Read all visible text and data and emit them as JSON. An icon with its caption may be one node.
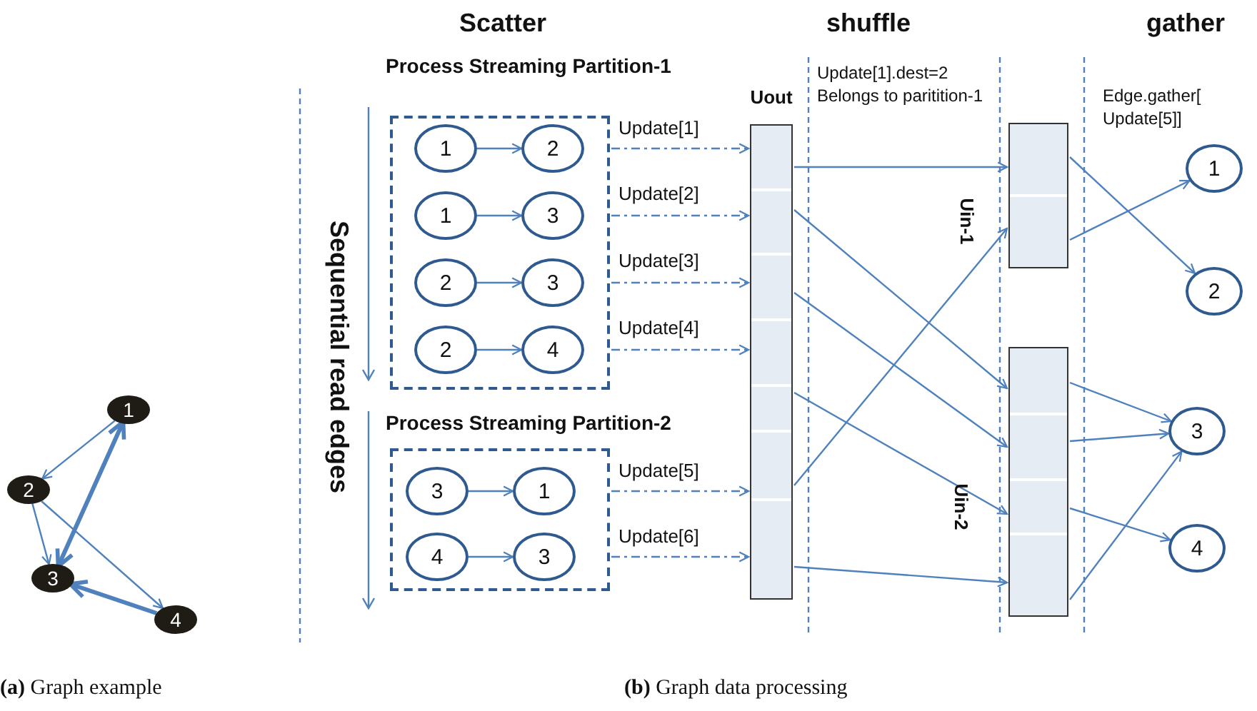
{
  "diagram": {
    "nodes": [
      {
        "text": [
          "1"
        ]
      },
      {
        "text": [
          "2"
        ]
      },
      {
        "text": [
          "3"
        ]
      },
      {
        "text": [
          "4"
        ]
      },
      {
        "text": [
          "Process Streaming Partition-1"
        ]
      },
      {
        "text": [
          "1"
        ],
        "in": 4
      },
      {
        "text": [
          "2"
        ],
        "in": 4
      },
      {
        "text": [
          "1"
        ],
        "in": 4
      },
      {
        "text": [
          "3"
        ],
        "in": 4
      },
      {
        "text": [
          "2"
        ],
        "in": 4
      },
      {
        "text": [
          "3"
        ],
        "in": 4
      },
      {
        "text": [
          "2"
        ],
        "in": 4
      },
      {
        "text": [
          "4"
        ],
        "in": 4
      },
      {
        "text": [
          "Process Streaming Partition-2"
        ]
      },
      {
        "text": [
          "3"
        ],
        "in": 13
      },
      {
        "text": [
          "1"
        ],
        "in": 13
      },
      {
        "text": [
          "4"
        ],
        "in": 13
      },
      {
        "text": [
          "3"
        ],
        "in": 13
      },
      {
        "text": [
          "Uout"
        ]
      },
      {
        "text": [
          "Uin-1"
        ]
      },
      {
        "text": [
          "Uin-2"
        ]
      },
      {
        "text": [
          "1"
        ]
      },
      {
        "text": [
          "2"
        ]
      },
      {
        "text": [
          "3"
        ]
      },
      {
        "text": [
          "4"
        ]
      }
    ],
    "edges": [
      {
        "from": 0,
        "to": 1,
        "arrow": "to"
      },
      {
        "from": 1,
        "to": 2,
        "arrow": "to"
      },
      {
        "from": 1,
        "to": 3,
        "arrow": "to"
      },
      {
        "from": 0,
        "to": 2,
        "arrow": "both",
        "style": "thick"
      },
      {
        "from": 3,
        "to": 2,
        "arrow": "to",
        "style": "thick"
      },
      {
        "from": 5,
        "to": 6,
        "arrow": "to"
      },
      {
        "from": 7,
        "to": 8,
        "arrow": "to"
      },
      {
        "from": 9,
        "to": 10,
        "arrow": "to"
      },
      {
        "from": 11,
        "to": 12,
        "arrow": "to"
      },
      {
        "from": 14,
        "to": 15,
        "arrow": "to"
      },
      {
        "from": 16,
        "to": 17,
        "arrow": "to"
      },
      {
        "from": 4,
        "to": 18,
        "arrow": "to",
        "label": "Update[1]",
        "style": "dashed"
      },
      {
        "from": 4,
        "to": 18,
        "arrow": "to",
        "label": "Update[2]",
        "style": "dashed"
      },
      {
        "from": 4,
        "to": 18,
        "arrow": "to",
        "label": "Update[3]",
        "style": "dashed"
      },
      {
        "from": 4,
        "to": 18,
        "arrow": "to",
        "label": "Update[4]",
        "style": "dashed"
      },
      {
        "from": 13,
        "to": 18,
        "arrow": "to",
        "label": "Update[5]",
        "style": "dashed"
      },
      {
        "from": 13,
        "to": 18,
        "arrow": "to",
        "label": "Update[6]",
        "style": "dashed"
      },
      {
        "from": 18,
        "to": 19,
        "arrow": "to"
      },
      {
        "from": 18,
        "to": 20,
        "arrow": "to"
      },
      {
        "from": 18,
        "to": 20,
        "arrow": "to"
      },
      {
        "from": 18,
        "to": 20,
        "arrow": "to"
      },
      {
        "from": 18,
        "to": 19,
        "arrow": "to"
      },
      {
        "from": 18,
        "to": 20,
        "arrow": "to"
      },
      {
        "from": 19,
        "to": 22,
        "arrow": "to"
      },
      {
        "from": 19,
        "to": 21,
        "arrow": "to"
      },
      {
        "from": 20,
        "to": 23,
        "arrow": "to"
      },
      {
        "from": 20,
        "to": 23,
        "arrow": "to"
      },
      {
        "from": 20,
        "to": 24,
        "arrow": "to"
      },
      {
        "from": 20,
        "to": 23,
        "arrow": "to"
      }
    ],
    "labels": [
      "Scatter",
      "shuffle",
      "gather",
      "Sequential read edges",
      "Update[1].dest=2 Belongs to paritition-1",
      "Edge.gather[ Update[5]]",
      "**(a)** Graph example",
      "**(b)** Graph data processing"
    ]
  }
}
